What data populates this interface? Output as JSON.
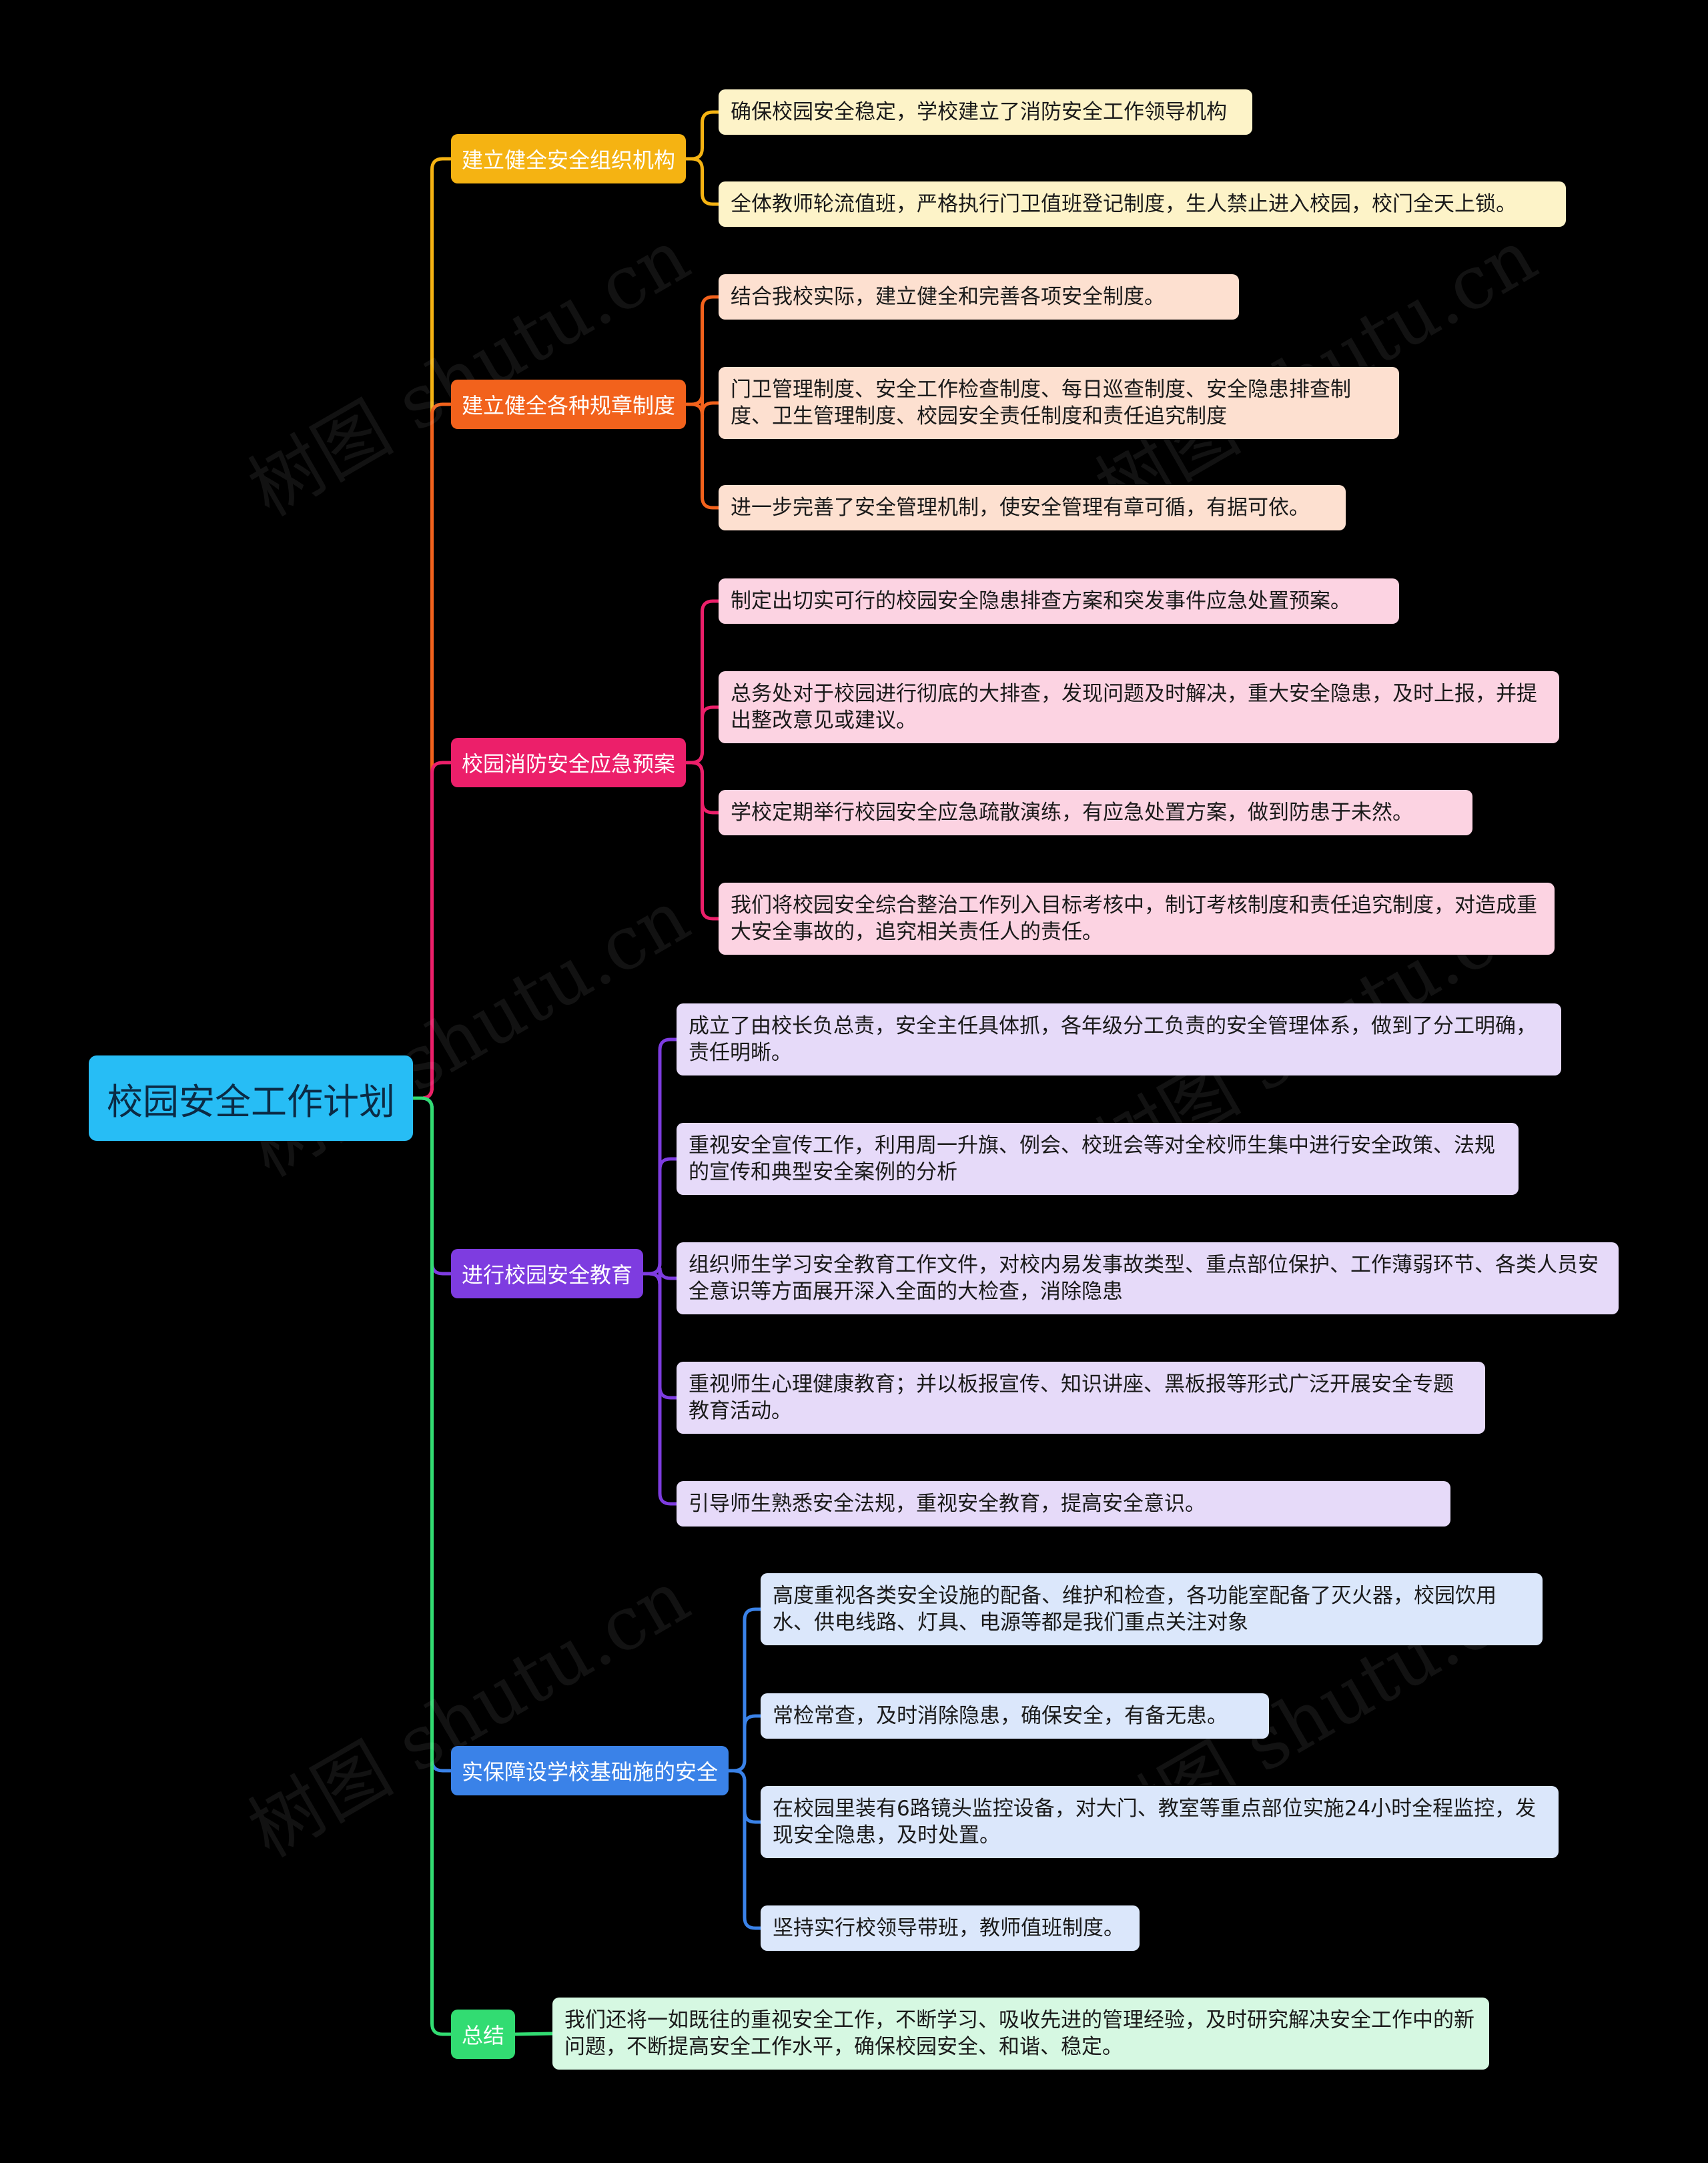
{
  "root": {
    "label": "校园安全工作计划",
    "color": "#27bdf5"
  },
  "watermark": "树图 shutu.cn",
  "branches": [
    {
      "label": "建立健全安全组织机构",
      "color": "#f5b312",
      "leaf_color": "#fdf3c8",
      "items": [
        "确保校园安全稳定，学校建立了消防安全工作领导机构",
        "全体教师轮流值班，严格执行门卫值班登记制度，生人禁止进入校园，校门全天上锁。"
      ]
    },
    {
      "label": "建立健全各种规章制度",
      "color": "#f2621c",
      "leaf_color": "#fde0d0",
      "items": [
        "结合我校实际，建立健全和完善各项安全制度。",
        "门卫管理制度、安全工作检查制度、每日巡查制度、安全隐患排查制度、卫生管理制度、校园安全责任制度和责任追究制度",
        "进一步完善了安全管理机制，使安全管理有章可循，有据可依。"
      ]
    },
    {
      "label": "校园消防安全应急预案",
      "color": "#ec1f6a",
      "leaf_color": "#fcd3e2",
      "items": [
        "制定出切实可行的校园安全隐患排查方案和突发事件应急处置预案。",
        "总务处对于校园进行彻底的大排查，发现问题及时解决，重大安全隐患，及时上报，并提出整改意见或建议。",
        "学校定期举行校园安全应急疏散演练，有应急处置方案，做到防患于未然。",
        "我们将校园安全综合整治工作列入目标考核中，制订考核制度和责任追究制度，对造成重大安全事故的，追究相关责任人的责任。"
      ]
    },
    {
      "label": "进行校园安全教育",
      "color": "#7e3ce0",
      "leaf_color": "#e6daf9",
      "items": [
        "成立了由校长负总责，安全主任具体抓，各年级分工负责的安全管理体系，做到了分工明确，责任明晰。",
        "重视安全宣传工作，利用周一升旗、例会、校班会等对全校师生集中进行安全政策、法规的宣传和典型安全案例的分析",
        "组织师生学习安全教育工作文件，对校内易发事故类型、重点部位保护、工作薄弱环节、各类人员安全意识等方面展开深入全面的大检查，消除隐患",
        "重视师生心理健康教育；并以板报宣传、知识讲座、黑板报等形式广泛开展安全专题教育活动。",
        "引导师生熟悉安全法规，重视安全教育，提高安全意识。"
      ]
    },
    {
      "label": "实保障设学校基础施的安全",
      "color": "#3a82e8",
      "leaf_color": "#dbe7fb",
      "items": [
        "高度重视各类安全设施的配备、维护和检查，各功能室配备了灭火器，校园饮用水、供电线路、灯具、电源等都是我们重点关注对象",
        "常检常查，及时消除隐患，确保安全，有备无患。",
        "在校园里装有6路镜头监控设备，对大门、教室等重点部位实施24小时全程监控，发现安全隐患，及时处置。",
        "坚持实行校领导带班，教师值班制度。"
      ]
    },
    {
      "label": "总结",
      "color": "#32dc72",
      "leaf_color": "#d6f8e2",
      "items": [
        "我们还将一如既往的重视安全工作，不断学习、吸收先进的管理经验，及时研究解决安全工作中的新问题，不断提高安全工作水平，确保校园安全、和谐、稳定。"
      ]
    }
  ]
}
